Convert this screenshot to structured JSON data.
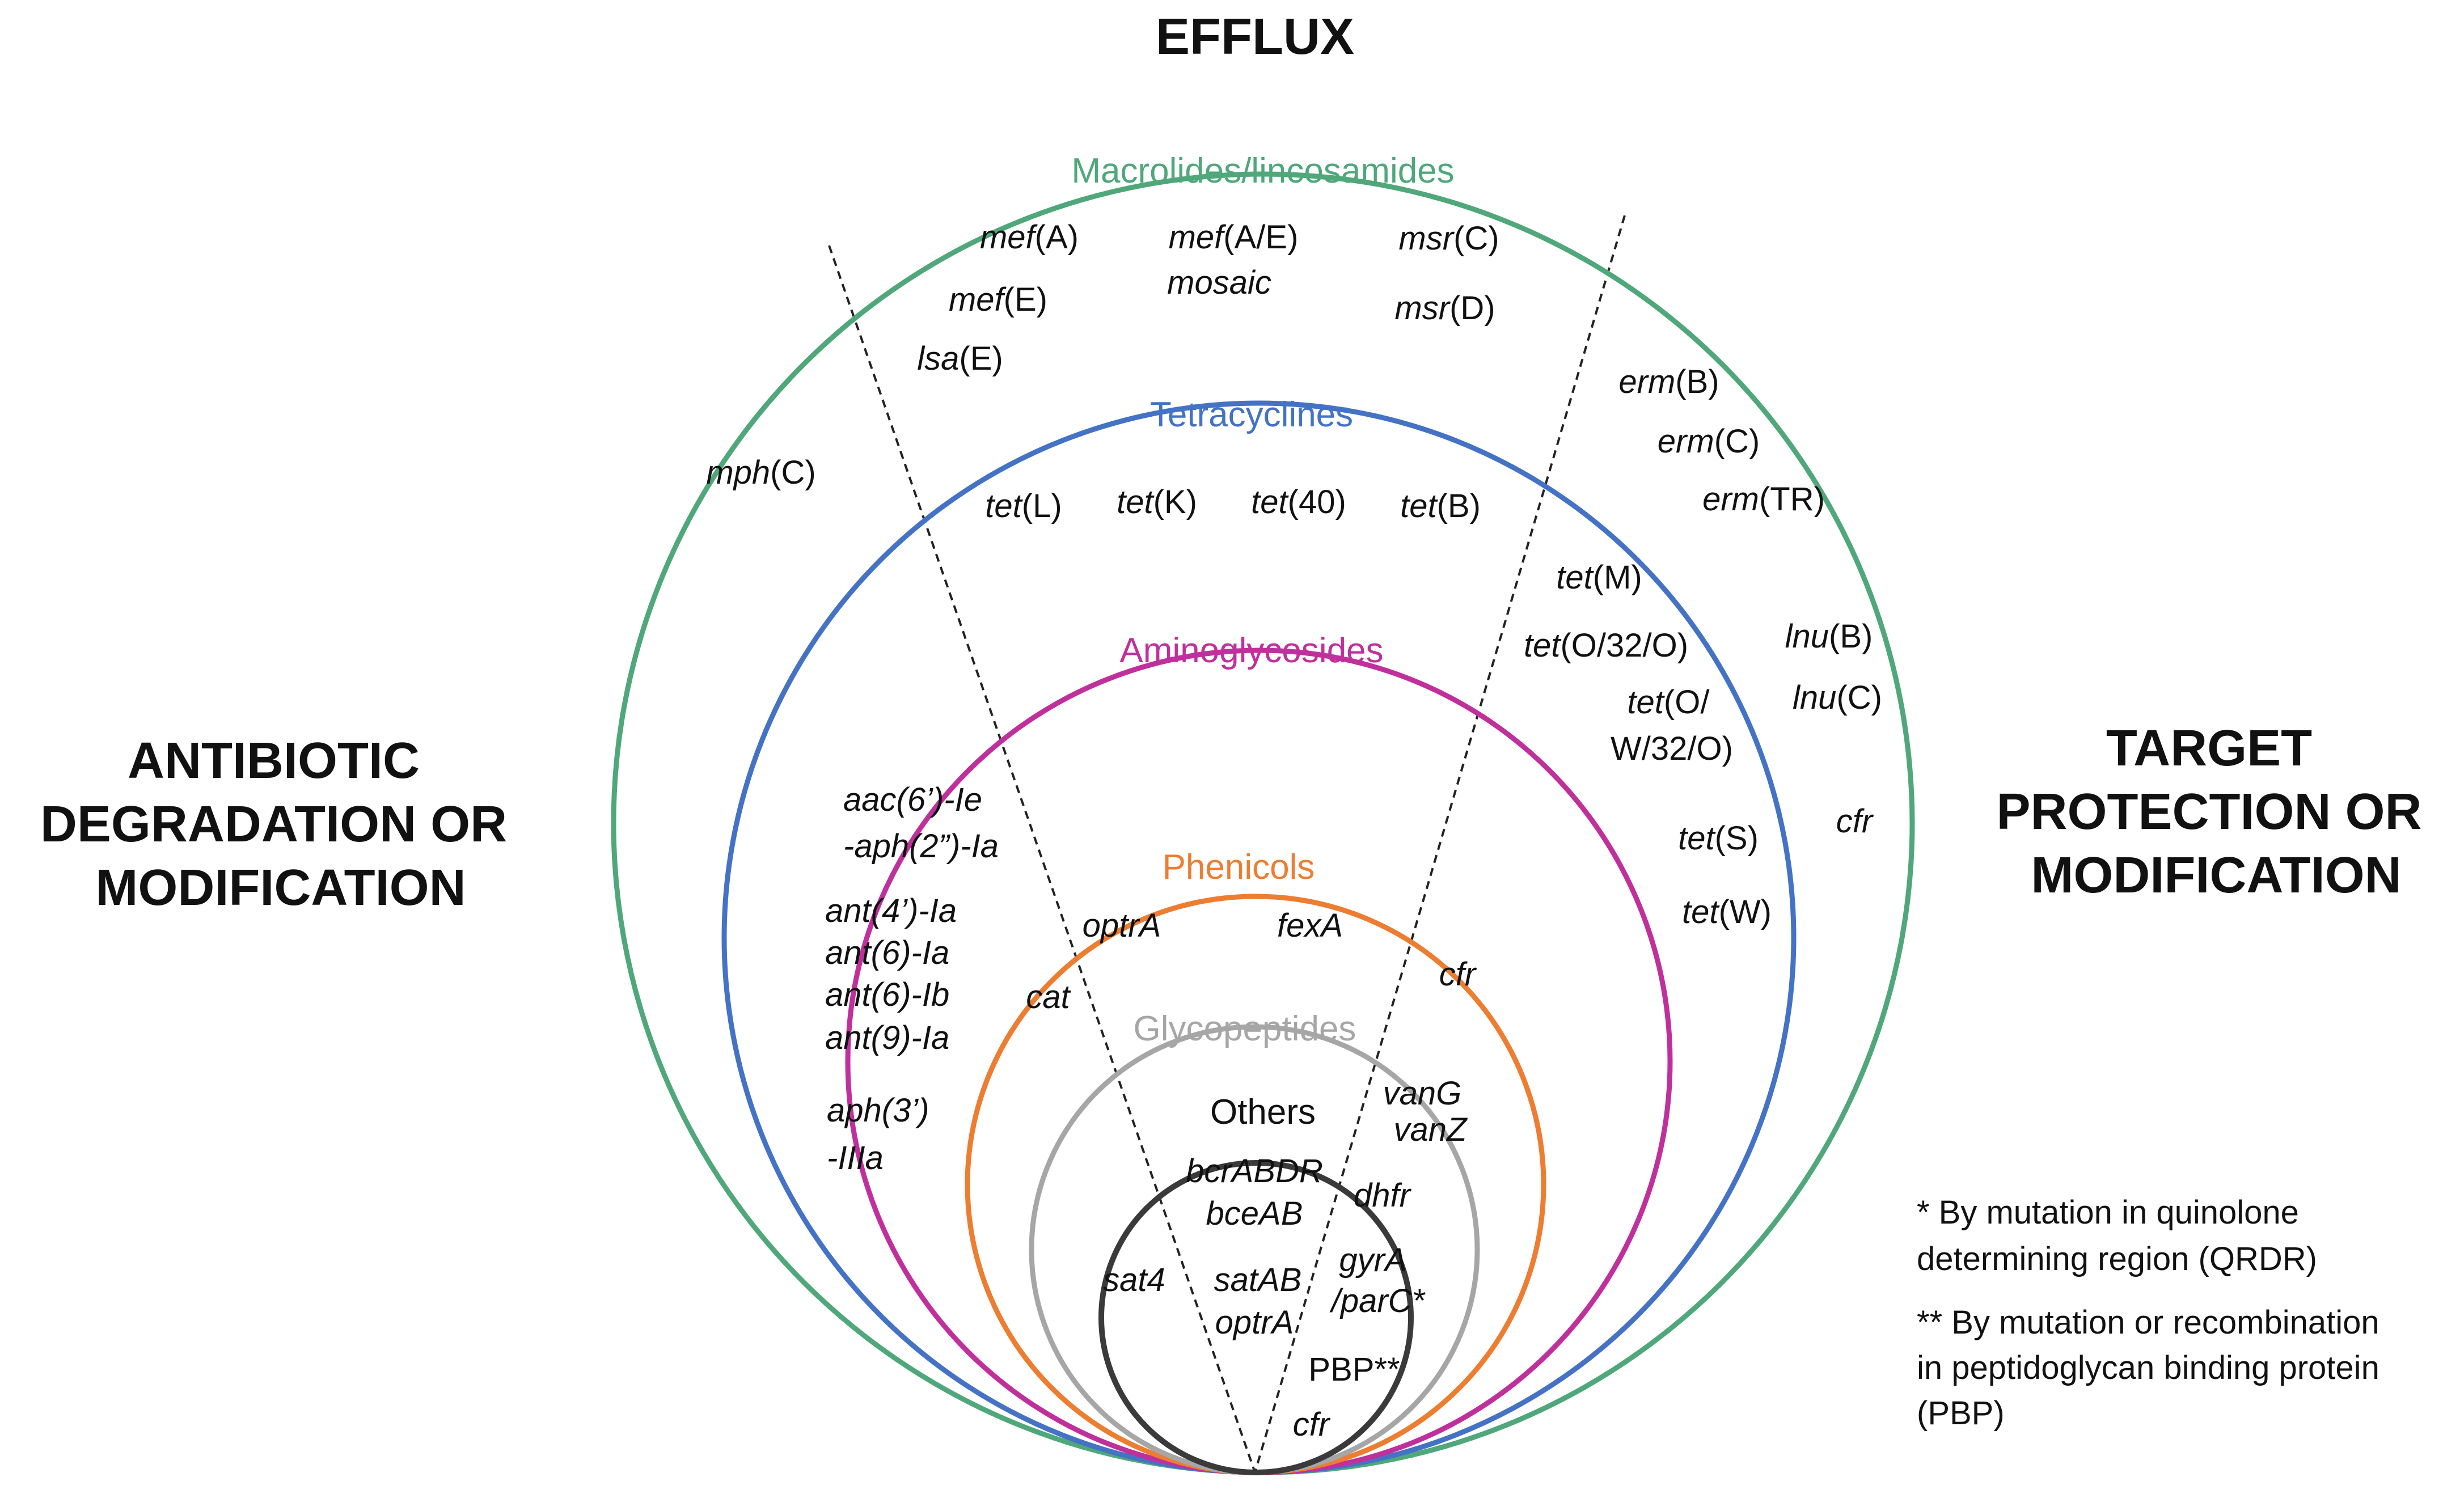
{
  "mechanisms": {
    "efflux": "EFFLUX",
    "degradation": [
      "ANTIBIOTIC",
      "DEGRADATION OR",
      "MODIFICATION"
    ],
    "target": [
      "TARGET",
      "PROTECTION OR",
      "MODIFICATION"
    ]
  },
  "circles": {
    "macrolides": {
      "label": "Macrolides/lincosamides",
      "color": "#4fa77a"
    },
    "tetracyclines": {
      "label": "Tetracyclines",
      "color": "#4472c4"
    },
    "aminoglycosides": {
      "label": "Aminoglycosides",
      "color": "#c0309c"
    },
    "phenicols": {
      "label": "Phenicols",
      "color": "#ed7d31"
    },
    "glycopeptides": {
      "label": "Glycopeptides",
      "color": "#a6a6a6"
    },
    "others": {
      "label": "Others",
      "color": "#3a3a3a"
    }
  },
  "genes": {
    "mefA": [
      "mef",
      "(A)"
    ],
    "mefAE": [
      "mef",
      "(A/E)"
    ],
    "mosaic": "mosaic",
    "msrC": [
      "msr",
      "(C)"
    ],
    "mefE": [
      "mef",
      "(E)"
    ],
    "msrD": [
      "msr",
      "(D)"
    ],
    "lsaE": [
      "lsa",
      "(E)"
    ],
    "ermB": [
      "erm",
      "(B)"
    ],
    "ermC": [
      "erm",
      "(C)"
    ],
    "ermTR": [
      "erm",
      "(TR)"
    ],
    "mphC": [
      "mph",
      "(C)"
    ],
    "tetL": [
      "tet",
      "(L)"
    ],
    "tetK": [
      "tet",
      "(K)"
    ],
    "tet40": [
      "tet",
      "(40)"
    ],
    "tetB": [
      "tet",
      "(B)"
    ],
    "tetM": [
      "tet",
      "(M)"
    ],
    "tetO32O": [
      "tet",
      "(O/32/O)"
    ],
    "tetOW1": [
      "tet",
      "(O/"
    ],
    "tetOW2": "W/32/O)",
    "lnuB": [
      "lnu",
      "(B)"
    ],
    "lnuC": [
      "lnu",
      "(C)"
    ],
    "cfr_outer": "cfr",
    "tetS": [
      "tet",
      "(S)"
    ],
    "tetW": [
      "tet",
      "(W)"
    ],
    "aac1": "aac(6’)-Ie",
    "aac2": "-aph(2”)-Ia",
    "ant4": "ant(4’)-Ia",
    "ant6a": "ant(6)-Ia",
    "ant6b": "ant(6)-Ib",
    "ant9": "ant(9)-Ia",
    "aph1": "aph(3’)",
    "aph2": "-IIIa",
    "optrA_phen": "optrA",
    "fexA": "fexA",
    "cat": "cat",
    "cfr_phen": "cfr",
    "vanG": "vanG",
    "vanZ": "vanZ",
    "bcrABDR": "bcrABDR",
    "bceAB": "bceAB",
    "dhfr": "dhfr",
    "sat4": "sat4",
    "satAB": "satAB",
    "optrA_others": "optrA",
    "gyrA": "gyrA",
    "parC": "/parC*",
    "pbp": "PBP**",
    "cfr_others": "cfr"
  },
  "notes": {
    "qrdr": [
      "* By mutation in quinolone",
      "determining region (QRDR)"
    ],
    "pbp": [
      "** By mutation or recombination",
      "in peptidoglycan binding protein",
      "(PBP)"
    ]
  }
}
